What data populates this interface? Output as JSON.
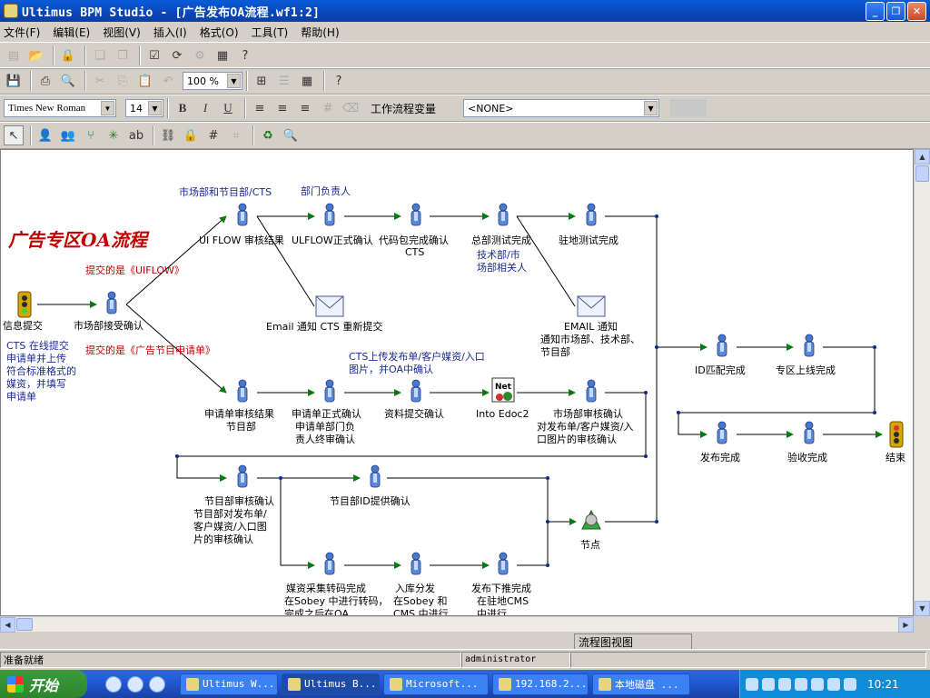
{
  "window": {
    "title": "Ultimus BPM Studio - [广告发布OA流程.wf1:2]"
  },
  "menu": [
    "文件(F)",
    "编辑(E)",
    "视图(V)",
    "插入(I)",
    "格式(O)",
    "工具(T)",
    "帮助(H)"
  ],
  "toolbar2": {
    "zoom": "100 %"
  },
  "toolbar3": {
    "font": "Times New Roman",
    "size": "14",
    "bold": "B",
    "italic": "I",
    "underline": "U",
    "var_label": "工作流程变量",
    "var_value": "<NONE>"
  },
  "diagram": {
    "title": "广告专区OA流程",
    "annotations": {
      "market_cts": "市场部和节目部/CTS",
      "dept_head": "部门负责人",
      "submit_uiflow": "提交的是《UIFLOW》",
      "submit_ad": "提交的是《广告节目申请单》",
      "cts_note": [
        "CTS 在线提交",
        "申请单并上传",
        "符合标准格式的",
        "媒资，并填写",
        "申请单"
      ],
      "cts_upload": [
        "CTS上传发布单/客户媒资/入口",
        "图片，并OA中确认"
      ],
      "tech_market": [
        "技术部/市",
        "场部相关人"
      ]
    },
    "nodes": {
      "start": "信息提交",
      "market_accept": "市场部接受确认",
      "ui_flow_result": "UI FLOW 审核结果",
      "uiflow_confirm": "ULFLOW正式确认",
      "code_confirm": [
        "代码包完成确认",
        "CTS"
      ],
      "hq_test": "总部测试完成",
      "station_test": "驻地测试完成",
      "email_cts": "Email 通知 CTS 重新提交",
      "email_notify": [
        "EMAIL 通知",
        "通知市场部、技术部、",
        "节目部"
      ],
      "app_review": [
        "申请单审核结果",
        "节目部"
      ],
      "app_confirm": [
        "申请单正式确认",
        "申请单部门负",
        "责人终审确认"
      ],
      "material_confirm": "资料提交确认",
      "into_edoc": "Into Edoc2",
      "market_review": [
        "市场部审核确认",
        "对发布单/客户媒资/入",
        "口图片的审核确认"
      ],
      "id_match": "ID匹配完成",
      "zone_online": "专区上线完成",
      "publish_done": "发布完成",
      "acceptance": "验收完成",
      "end": "结束",
      "prog_review": [
        "节目部审核确认",
        "节目部对发布单/",
        "客户媒资/入口图",
        "片的审核确认"
      ],
      "prog_id": "节目部ID提供确认",
      "node": "节点",
      "media_encode": [
        "媒资采集转码完成",
        "在Sobey 中进行转码，",
        "完成之后在OA"
      ],
      "ingest": [
        "入库分发",
        "在Sobey 和",
        "CMS 中进行"
      ],
      "publish_push": [
        "发布下推完成",
        "在驻地CMS",
        "中进行"
      ]
    }
  },
  "view_tab": "流程图视图",
  "status": {
    "ready": "准备就绪",
    "user": "administrator"
  },
  "taskbar": {
    "start": "开始",
    "tasks": [
      "Ultimus W...",
      "Ultimus B...",
      "Microsoft...",
      "192.168.2....",
      "本地磁盘 ..."
    ],
    "clock": "10:21"
  }
}
